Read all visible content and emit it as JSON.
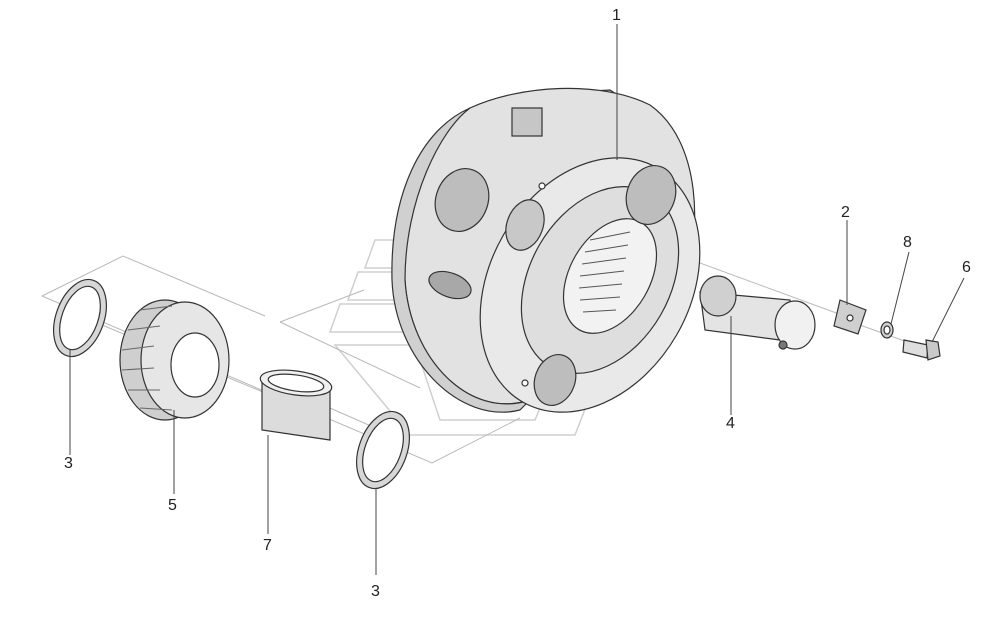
{
  "diagram": {
    "callouts": [
      {
        "id": "c1",
        "text": "1"
      },
      {
        "id": "c2",
        "text": "2"
      },
      {
        "id": "c3a",
        "text": "3"
      },
      {
        "id": "c3b",
        "text": "3"
      },
      {
        "id": "c4",
        "text": "4"
      },
      {
        "id": "c5",
        "text": "5"
      },
      {
        "id": "c6",
        "text": "6"
      },
      {
        "id": "c7",
        "text": "7"
      },
      {
        "id": "c8",
        "text": "8"
      }
    ],
    "parts": [
      {
        "callout": "1",
        "icon": "planet-carrier-icon"
      },
      {
        "callout": "2",
        "icon": "lock-plate-icon"
      },
      {
        "callout": "3",
        "icon": "thrust-washer-icon"
      },
      {
        "callout": "4",
        "icon": "axle-pin-icon"
      },
      {
        "callout": "5",
        "icon": "planet-gear-icon"
      },
      {
        "callout": "6",
        "icon": "bolt-icon"
      },
      {
        "callout": "7",
        "icon": "bushing-icon"
      },
      {
        "callout": "8",
        "icon": "washer-icon"
      }
    ],
    "colors": {
      "fill": "#e3e3e3",
      "shade": "#c6c6c6",
      "dark": "#9e9e9e",
      "line": "#333333",
      "ghost": "#b9b9b9"
    }
  }
}
